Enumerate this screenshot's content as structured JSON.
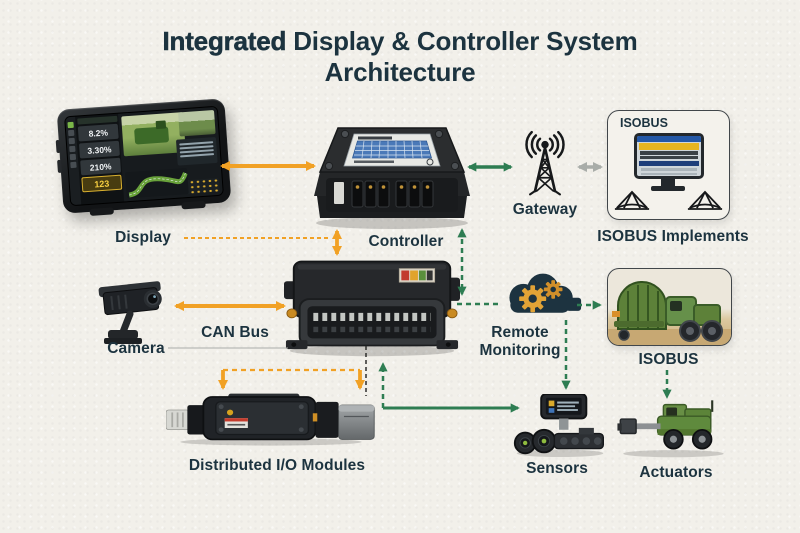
{
  "title": {
    "emphasis": "Integrated",
    "rest": " Display & Controller System",
    "line2": "Architecture"
  },
  "colors": {
    "accent_orange": "#F1A125",
    "accent_green": "#2E7D52",
    "neutral_gray": "#A9ADA9",
    "ink": "#1C333F",
    "cloud_navy": "#1D3340",
    "gear_gold": "#E2A336"
  },
  "nodes": {
    "display": {
      "label": "Display",
      "screen_values": [
        "8.2%",
        "3.30%",
        "210%",
        "123"
      ]
    },
    "controller": {
      "label": "Controller"
    },
    "gateway": {
      "label": "Gateway"
    },
    "isobus_implements": {
      "box_title": "ISOBUS",
      "label": "ISOBUS Implements"
    },
    "camera": {
      "label": "Camera"
    },
    "can_bus": {
      "label": "CAN Bus"
    },
    "remote_monitoring": {
      "line1": "Remote",
      "line2": "Monitoring"
    },
    "isobus_machine": {
      "label": "ISOBUS"
    },
    "io_modules": {
      "label": "Distributed I/O Modules"
    },
    "sensors": {
      "label": "Sensors"
    },
    "actuators": {
      "label": "Actuators"
    }
  }
}
